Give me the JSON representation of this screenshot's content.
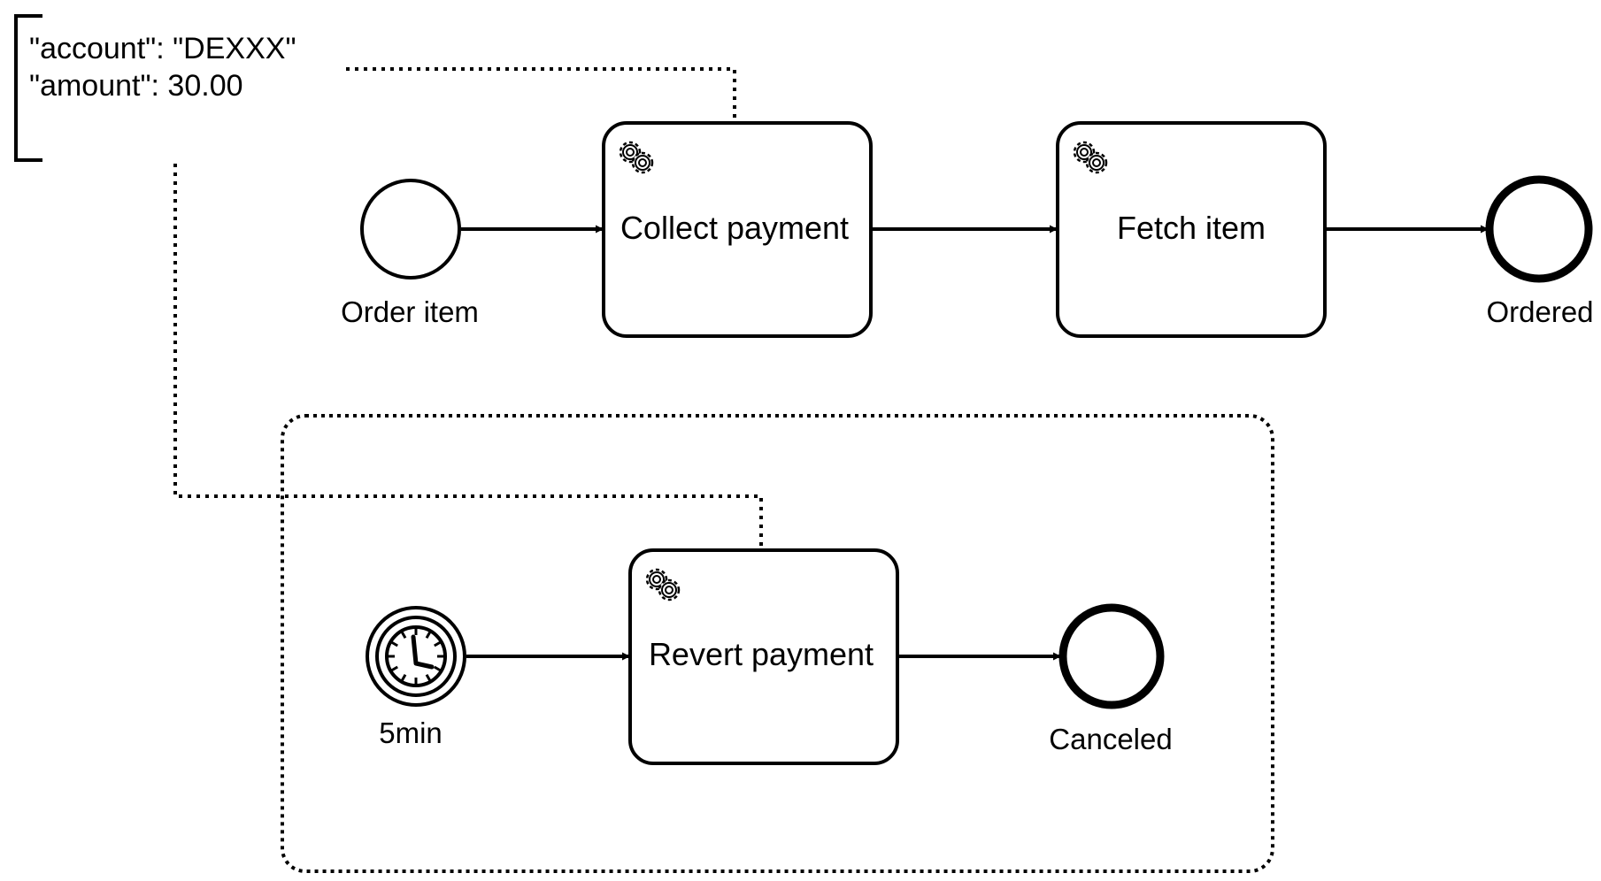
{
  "annotation": {
    "line1": "\"account\": \"DEXXX\"",
    "line2": "\"amount\": 30.00"
  },
  "main_flow": {
    "start_event": {
      "label": "Order item",
      "icon": "circle-start-event"
    },
    "tasks": [
      {
        "label": "Collect payment",
        "icon": "service-gears-icon"
      },
      {
        "label": "Fetch item",
        "icon": "service-gears-icon"
      }
    ],
    "end_event": {
      "label": "Ordered",
      "icon": "circle-end-event"
    }
  },
  "event_subprocess": {
    "timer_start": {
      "label": "5min",
      "icon": "clock-icon"
    },
    "task": {
      "label": "Revert payment",
      "icon": "service-gears-icon"
    },
    "end_event": {
      "label": "Canceled",
      "icon": "circle-end-event"
    }
  },
  "colors": {
    "stroke": "#000000",
    "background": "#ffffff"
  }
}
